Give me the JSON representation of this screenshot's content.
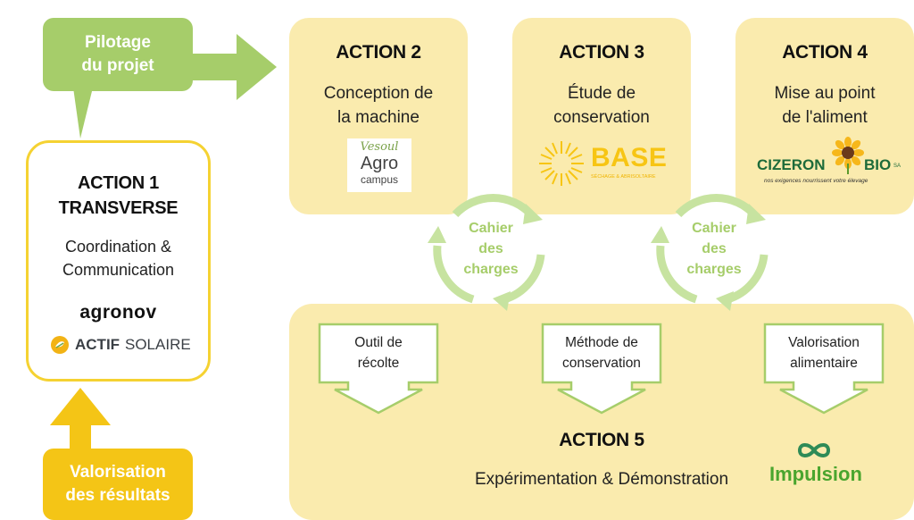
{
  "pilotage": {
    "line1": "Pilotage",
    "line2": "du projet"
  },
  "valorisation_resultats": {
    "line1": "Valorisation",
    "line2": "des résultats"
  },
  "action1": {
    "title1": "ACTION 1",
    "title2": "TRANSVERSE",
    "desc1": "Coordination &",
    "desc2": "Communication",
    "logo_agronov": "agronov",
    "logo_actif_bold": "ACTIF",
    "logo_actif_light": "SOLAIRE"
  },
  "action2": {
    "title": "ACTION 2",
    "desc1": "Conception de",
    "desc2": "la machine",
    "logo_line1": "Vesoul",
    "logo_line2": "Agro",
    "logo_line3": "campus"
  },
  "action3": {
    "title": "ACTION 3",
    "desc1": "Étude de",
    "desc2": "conservation",
    "logo_name": "BASE",
    "logo_tagline": "SÉCHAGE & ABRISOLTAIRE"
  },
  "action4": {
    "title": "ACTION 4",
    "desc1": "Mise au point",
    "desc2": "de l'aliment",
    "logo_left": "CIZERON",
    "logo_right": "BIO",
    "logo_sa": "SA",
    "logo_tagline": "nos exigences nourrissent votre élevage"
  },
  "cycles": [
    {
      "line1": "Cahier",
      "line2": "des",
      "line3": "charges"
    },
    {
      "line1": "Cahier",
      "line2": "des",
      "line3": "charges"
    }
  ],
  "action5": {
    "title": "ACTION 5",
    "desc": "Expérimentation & Démonstration",
    "outputs": [
      {
        "line1": "Outil de",
        "line2": "récolte"
      },
      {
        "line1": "Méthode de",
        "line2": "conservation"
      },
      {
        "line1": "Valorisation",
        "line2": "alimentaire"
      }
    ],
    "logo_impulsion": "Impulsion"
  },
  "colors": {
    "yellow_box": "#faebae",
    "green": "#a6cd6a",
    "gold": "#f4c516",
    "impulsion_green": "#4aa52e"
  }
}
